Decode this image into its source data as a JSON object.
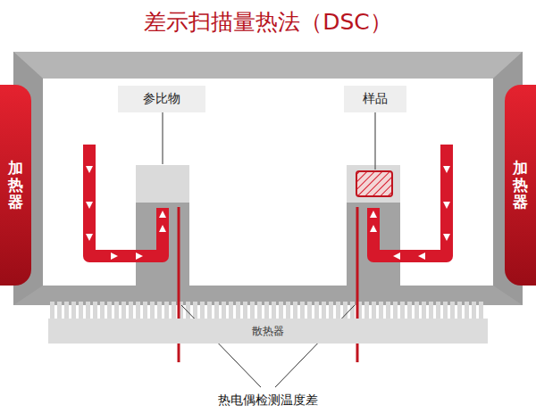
{
  "diagram": {
    "title": "差示扫描量热法（DSC）",
    "nodes": [
      {
        "text": [
          "加热器"
        ]
      },
      {
        "text": [
          "参比物"
        ]
      },
      {
        "text": [
          "样品"
        ]
      },
      {
        "text": [
          "加热器"
        ]
      },
      {
        "text": [
          "散热器"
        ]
      }
    ],
    "labels": [
      "热电偶检测温度差"
    ]
  }
}
